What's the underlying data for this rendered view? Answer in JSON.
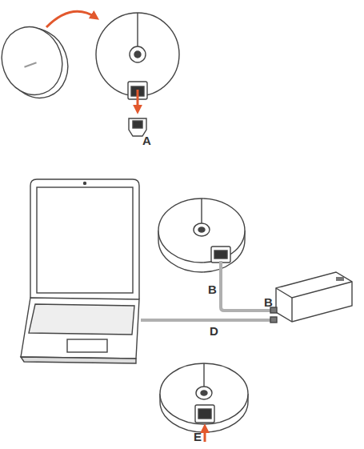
{
  "diagram": {
    "labels": [
      "A",
      "B",
      "B",
      "D",
      "E"
    ]
  }
}
